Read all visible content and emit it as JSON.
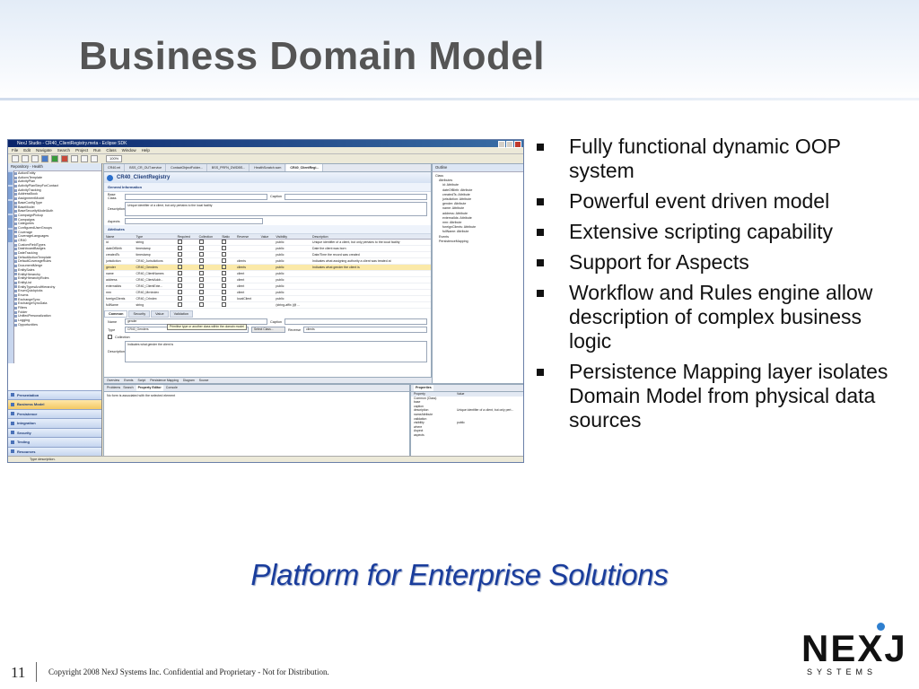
{
  "slide": {
    "title": "Business Domain Model",
    "bullets": [
      "Fully functional dynamic OOP system",
      "Powerful event driven model",
      "Extensive scripting capability",
      "Support for Aspects",
      "Workflow and Rules engine allow description of complex business logic",
      "Persistence Mapping layer isolates Domain Model from physical data sources"
    ],
    "tagline": "Platform for Enterprise Solutions",
    "page_number": "11",
    "copyright": "Copyright 2008 NexJ Systems Inc. Confidential and Proprietary - Not for Distribution.",
    "logo": {
      "word": "NEXJ",
      "sub": "SYSTEMS",
      "accent_color": "#2e7fcf"
    }
  },
  "screenshot": {
    "window_title": "NexJ Studio - CR40_ClientRegistry.meta - Eclipse SDK",
    "menu": [
      "File",
      "Edit",
      "Navigate",
      "Search",
      "Project",
      "Run",
      "Class",
      "Window",
      "Help"
    ],
    "zoom": "100%",
    "left_pane_tab": "Repository - Health",
    "repo_items": [
      "ActionEntity",
      "ActionsTemplate",
      "ActivityPlan",
      "ActivityPlanStepForContact",
      "ActivityTracking",
      "AddressBook",
      "AssignmentModel",
      "BaseConfigType",
      "BaseModel",
      "BaseSecurityModelAuth",
      "CampaignPickup",
      "Campaigns",
      "Categories",
      "ConfiguredUserGroups",
      "Coverage",
      "CoverageLanguages",
      "CR40",
      "CustomFieldTypes",
      "DashboardBadges",
      "DateTracking",
      "DefaultActionTemplate",
      "DefaultCoverageRules",
      "DocumentMerge",
      "EntitySales",
      "EntityHierarchy",
      "EntityHierarchyRoles",
      "EntityList",
      "EntityTypesAndHierarchy",
      "EnumQuickpicks",
      "Enums",
      "ExchangeSync",
      "ExchangeSyncData",
      "Filters",
      "Folder",
      "UnifiedPersonalization",
      "Logging",
      "Opportunities"
    ],
    "categories": [
      "Presentation",
      "Business Model",
      "Persistence",
      "Integration",
      "Security",
      "Testing",
      "Resources"
    ],
    "active_category": "Business Model",
    "editor_tabs": [
      "CR40.rel",
      "BSS_CR_OUT.service",
      "ContactObjectFolder...",
      "BSS_PRFN_DWDBS...",
      "HealthScratch.scm",
      "CR40_ClientRegi..."
    ],
    "editor_title": "CR40_ClientRegistry",
    "general_info_label": "General Information",
    "base_class_label": "Base Class",
    "caption_label": "Caption",
    "description_label": "Description",
    "description_value": "Unique identifier of a client, but only pertains to the local facility",
    "aspects_label": "Aspects",
    "attributes_label": "Attributes",
    "attr_headers": [
      "Name",
      "Type",
      "Required",
      "Collection",
      "Static",
      "Reverse",
      "Value",
      "Visibility",
      "Description"
    ],
    "attributes": [
      {
        "name": "id",
        "type": "string",
        "reverse": "",
        "visibility": "public",
        "desc": "Unique identifier of a client, but only pertains to the local facility"
      },
      {
        "name": "dateOfBirth",
        "type": "timestamp",
        "reverse": "",
        "visibility": "public",
        "desc": "Date the client was born"
      },
      {
        "name": "createdTs",
        "type": "timestamp",
        "reverse": "",
        "visibility": "public",
        "desc": "Date/Time the record was created"
      },
      {
        "name": "jurisdiction",
        "type": "CR40_Jurisdictions",
        "reverse": "clients",
        "visibility": "public",
        "desc": "Indicates what assigning authority a client was treated at"
      },
      {
        "name": "gender",
        "type": "CR40_Genders",
        "reverse": "clients",
        "visibility": "public",
        "desc": "Indicates what gender the client is"
      },
      {
        "name": "name",
        "type": "CR40_ClientNames",
        "reverse": "client",
        "visibility": "public",
        "desc": ""
      },
      {
        "name": "address",
        "type": "CR40_ClientAddr...",
        "reverse": "client",
        "visibility": "public",
        "desc": ""
      },
      {
        "name": "externalIds",
        "type": "CR40_ClientExte...",
        "reverse": "client",
        "visibility": "public",
        "desc": ""
      },
      {
        "name": "mrn",
        "type": "CR40_MrnIndex",
        "reverse": "client",
        "visibility": "public",
        "desc": ""
      },
      {
        "name": "foreignClients",
        "type": "CR40_CrIndex",
        "reverse": "localClient",
        "visibility": "public",
        "desc": ""
      },
      {
        "name": "fullName",
        "type": "string",
        "reverse": "",
        "visibility": "(string-affix (@ ...",
        "desc": ""
      }
    ],
    "selected_attribute": "gender",
    "prop_tabs": [
      "Common",
      "Security",
      "Value",
      "Validation"
    ],
    "attr_name_label": "Name",
    "attr_name_value": "gender",
    "attr_type_label": "Type",
    "attr_type_value": "CR40_Genders",
    "select_class_button": "Select Class...",
    "reverse_label": "Reverse",
    "reverse_value": "clients",
    "collection_label": "Collection",
    "tooltip": "Primitive type or another class within the domain model",
    "attr_desc_value": "Indicates what gender the client is",
    "editor_bottom_tabs": [
      "Overview",
      "Events",
      "Script",
      "Persistence Mapping",
      "Diagram",
      "Source"
    ],
    "outline_title": "Outline",
    "outline_items": [
      "Class",
      "Attributes",
      "id: Attribute",
      "dateOfBirth: Attribute",
      "createdTs: Attribute",
      "jurisdiction: Attribute",
      "gender: Attribute",
      "name: Attribute",
      "address: Attribute",
      "externalIds: Attribute",
      "mrn: Attribute",
      "foreignClients: Attribute",
      "fullName: Attribute",
      "Events",
      "PersistenceMapping"
    ],
    "bottom_tabs": [
      "Problems",
      "Search",
      "Property Editor",
      "Console"
    ],
    "problems_message": "No form is associated with the selected element",
    "properties_title": "Properties",
    "prop_headers": [
      "Property",
      "Value"
    ],
    "properties": [
      {
        "k": "Common (Class)",
        "v": ""
      },
      {
        "k": "base",
        "v": ""
      },
      {
        "k": "caption",
        "v": ""
      },
      {
        "k": "description",
        "v": "Unique identifier of a client, but only pert..."
      },
      {
        "k": "nameAttribute",
        "v": ""
      },
      {
        "k": "validation",
        "v": ""
      },
      {
        "k": "visibility",
        "v": "public"
      },
      {
        "k": "where",
        "v": ""
      },
      {
        "k": "Aspect",
        "v": ""
      },
      {
        "k": "aspects",
        "v": ""
      }
    ],
    "status_text": "Type description."
  }
}
